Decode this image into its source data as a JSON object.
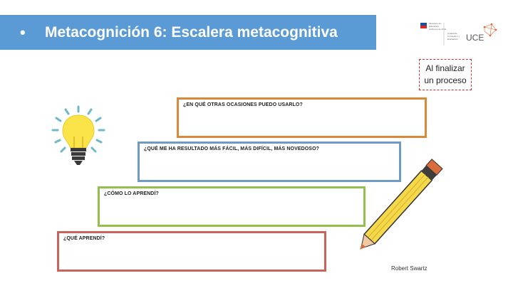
{
  "header": {
    "bullet": "•",
    "title": "Metacognición 6: Escalera metacognitiva"
  },
  "logos": {
    "ministry_lines": [
      "Ministerio de",
      "Educación",
      "Gobierno de Chile"
    ],
    "uce_small": [
      "Unidad de",
      "Currículum y",
      "Evaluación"
    ],
    "uce": "UCE"
  },
  "note": {
    "line1": "Al finalizar",
    "line2": "un proceso"
  },
  "steps": [
    {
      "question": "¿Qué aprendí?"
    },
    {
      "question": "¿Cómo lo aprendí?"
    },
    {
      "question": "¿Qué me ha resultado más fácil, más difícil, más novedoso?"
    },
    {
      "question": "¿En qué otras ocasiones puedo usarlo?"
    }
  ],
  "credit": "Robert Swartz",
  "icons": {
    "bulb": "lightbulb-icon",
    "pencil": "pencil-icon"
  },
  "colors": {
    "title_bar": "#5b9bd5",
    "step1": "#c9645c",
    "step2": "#94bf4d",
    "step3": "#6e9bc6",
    "step4": "#d88a3a",
    "note_border": "#d03030"
  }
}
